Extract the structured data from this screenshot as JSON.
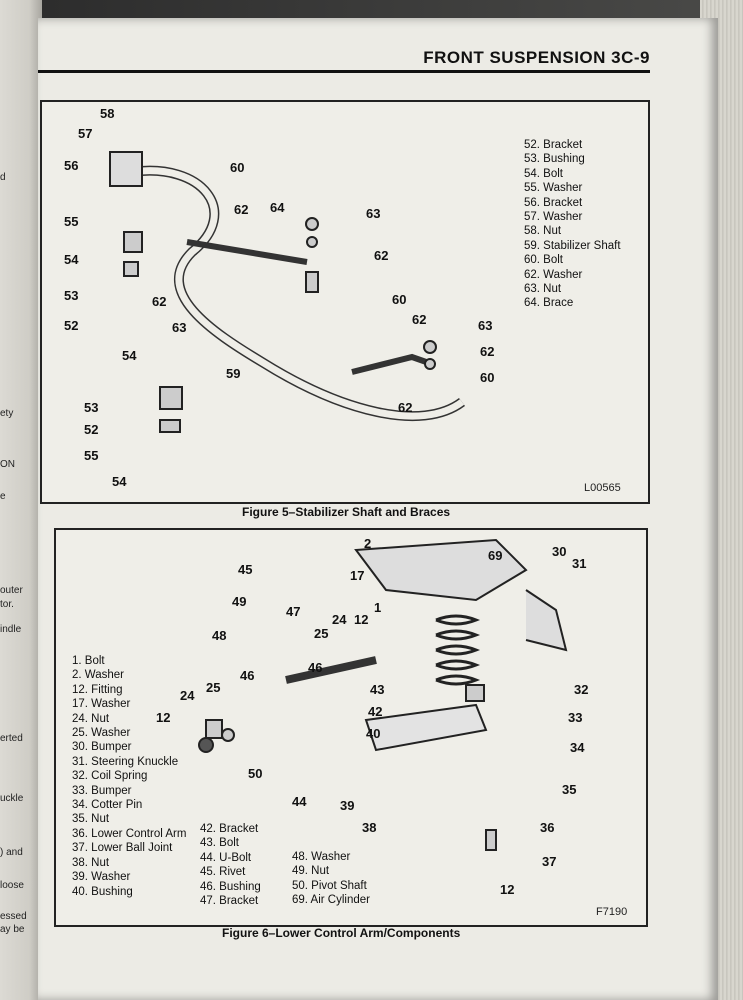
{
  "header": {
    "title": "FRONT SUSPENSION 3C-9"
  },
  "figure5": {
    "caption": "Figure 5–Stabilizer Shaft and Braces",
    "code": "L00565",
    "legend": [
      "52. Bracket",
      "53. Bushing",
      "54. Bolt",
      "55. Washer",
      "56. Bracket",
      "57. Washer",
      "58. Nut",
      "59. Stabilizer Shaft",
      "60. Bolt",
      "62. Washer",
      "63. Nut",
      "64. Brace"
    ],
    "callouts": [
      "58",
      "57",
      "56",
      "55",
      "54",
      "53",
      "52",
      "54",
      "60",
      "62",
      "64",
      "63",
      "62",
      "62",
      "63",
      "60",
      "59",
      "62",
      "63",
      "62",
      "60",
      "62",
      "53",
      "52",
      "55",
      "54"
    ]
  },
  "figure6": {
    "caption": "Figure 6–Lower Control Arm/Components",
    "code": "F7190",
    "legend_a": [
      "1. Bolt",
      "2. Washer",
      "12. Fitting",
      "17. Washer",
      "24. Nut",
      "25. Washer",
      "30. Bumper",
      "31. Steering Knuckle",
      "32. Coil Spring",
      "33. Bumper",
      "34. Cotter Pin",
      "35. Nut",
      "36. Lower Control Arm",
      "37. Lower Ball Joint",
      "38. Nut",
      "39. Washer",
      "40. Bushing"
    ],
    "legend_b": [
      "42. Bracket",
      "43. Bolt",
      "44. U-Bolt",
      "45. Rivet",
      "46. Bushing",
      "47. Bracket"
    ],
    "legend_c": [
      "48. Washer",
      "49. Nut",
      "50. Pivot Shaft",
      "69. Air Cylinder"
    ],
    "callouts": [
      "2",
      "17",
      "1",
      "69",
      "30",
      "31",
      "45",
      "49",
      "47",
      "24",
      "12",
      "48",
      "25",
      "46",
      "46",
      "43",
      "32",
      "42",
      "33",
      "12",
      "24",
      "25",
      "40",
      "34",
      "35",
      "50",
      "44",
      "39",
      "38",
      "36",
      "37",
      "12"
    ]
  },
  "left_page": {
    "fragments": [
      "d",
      "ety",
      "ON",
      "e",
      "outer",
      "tor.",
      "indle",
      "erted",
      "uckle",
      ") and",
      "loose",
      "essed",
      "ay be"
    ]
  }
}
